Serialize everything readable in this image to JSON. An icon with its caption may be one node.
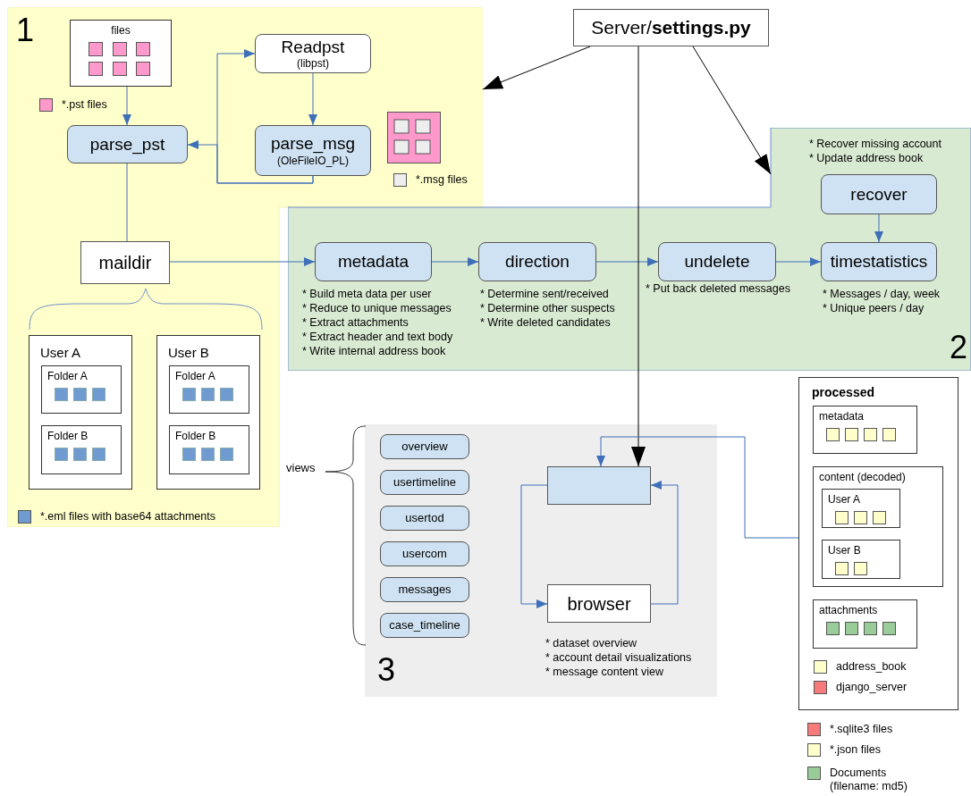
{
  "diagram": {
    "nodes": [
      {
        "text": [
          "1"
        ]
      },
      {
        "text": [
          "files"
        ],
        "in": 0
      },
      {
        "text": [
          "Readpst",
          "(libpst)"
        ],
        "in": 0
      },
      {
        "text": [
          "parse_pst"
        ],
        "in": 0
      },
      {
        "text": [
          "parse_msg",
          "(OleFileIO_PL)"
        ],
        "in": 0
      },
      {
        "text": [
          "maildir"
        ],
        "in": 0
      },
      {
        "text": [
          "User A"
        ],
        "in": 0
      },
      {
        "text": [
          "Folder A"
        ],
        "in": 6
      },
      {
        "text": [
          "Folder B"
        ],
        "in": 6
      },
      {
        "text": [
          "User B"
        ],
        "in": 0
      },
      {
        "text": [
          "Folder A"
        ],
        "in": 9
      },
      {
        "text": [
          "Folder B"
        ],
        "in": 9
      },
      {
        "text": [
          "2"
        ]
      },
      {
        "text": [
          "recover"
        ],
        "in": 12,
        "beside": [
          "* Recover missing account",
          "* Update address book"
        ]
      },
      {
        "text": [
          "metadata"
        ],
        "in": 12,
        "beside": [
          "* Build meta data per user",
          "* Reduce to unique messages",
          "* Extract attachments",
          "* Extract header and text body",
          "* Write internal address book"
        ]
      },
      {
        "text": [
          "direction"
        ],
        "in": 12,
        "beside": [
          "* Determine sent/received",
          "* Determine other suspects",
          "* Write deleted candidates"
        ]
      },
      {
        "text": [
          "undelete"
        ],
        "in": 12,
        "beside": [
          "* Put back deleted messages"
        ]
      },
      {
        "text": [
          "timestatistics"
        ],
        "in": 12,
        "beside": [
          "* Messages / day, week",
          "* Unique peers / day"
        ]
      },
      {
        "text": [
          "Server/**settings.py**"
        ]
      },
      {
        "text": [
          "3"
        ]
      },
      {
        "text": [
          "overview"
        ],
        "in": 19
      },
      {
        "text": [
          "usertimeline"
        ],
        "in": 19
      },
      {
        "text": [
          "usertod"
        ],
        "in": 19
      },
      {
        "text": [
          "usercom"
        ],
        "in": 19
      },
      {
        "text": [
          "messages"
        ],
        "in": 19
      },
      {
        "text": [
          "case_timeline"
        ],
        "in": 19
      },
      {
        "text": [],
        "shape": "box",
        "in": 19
      },
      {
        "text": [
          "browser"
        ],
        "in": 19,
        "beside": [
          "* dataset overview",
          "* account detail visualizations",
          "* message content view"
        ]
      },
      {
        "text": [
          "processed"
        ]
      },
      {
        "text": [
          "metadata"
        ],
        "in": 28
      },
      {
        "text": [
          "content (decoded)"
        ],
        "in": 28
      },
      {
        "text": [
          "User A"
        ],
        "in": 30
      },
      {
        "text": [
          "User B"
        ],
        "in": 30
      },
      {
        "text": [
          "attachments"
        ],
        "in": 28
      }
    ],
    "edges": [
      {
        "from": 1,
        "to": 3,
        "arrow": "to"
      },
      {
        "from": 2,
        "to": 4,
        "arrow": "to"
      },
      {
        "from": 4,
        "to": 2,
        "arrow": "to"
      },
      {
        "from": 4,
        "to": 3,
        "arrow": "to"
      },
      {
        "from": 3,
        "to": 5,
        "arrow": "none"
      },
      {
        "from": 5,
        "to": 14,
        "arrow": "to"
      },
      {
        "from": 14,
        "to": 15,
        "arrow": "to"
      },
      {
        "from": 15,
        "to": 16,
        "arrow": "to"
      },
      {
        "from": 16,
        "to": 17,
        "arrow": "to"
      },
      {
        "from": 13,
        "to": 17,
        "arrow": "to"
      },
      {
        "from": 18,
        "to": 0,
        "arrow": "to",
        "color": "#000000"
      },
      {
        "from": 18,
        "to": 12,
        "arrow": "to",
        "color": "#000000"
      },
      {
        "from": 18,
        "to": 26,
        "arrow": "to",
        "color": "#000000"
      },
      {
        "from": 28,
        "to": 26,
        "arrow": "to"
      },
      {
        "from": 26,
        "to": 27,
        "arrow": "to"
      },
      {
        "from": 27,
        "to": 26,
        "arrow": "to"
      }
    ],
    "labels": [
      "views"
    ],
    "legend": [
      {
        "text": "*.pst files",
        "color": "#ff99cc"
      },
      {
        "text": "*.msg files",
        "color": "#eeeeee"
      },
      {
        "text": "*.eml files with base64 attachments",
        "color": "#6f9bd1"
      },
      {
        "text": "address_book",
        "color": "#ffffcc"
      },
      {
        "text": "django_server",
        "color": "#f77b7b"
      },
      {
        "text": "*.sqlite3 files",
        "color": "#f77b7b"
      },
      {
        "text": "*.json files",
        "color": "#ffffcc"
      },
      {
        "text": "Documents (filename: md5)",
        "color": "#99cc99"
      }
    ]
  }
}
